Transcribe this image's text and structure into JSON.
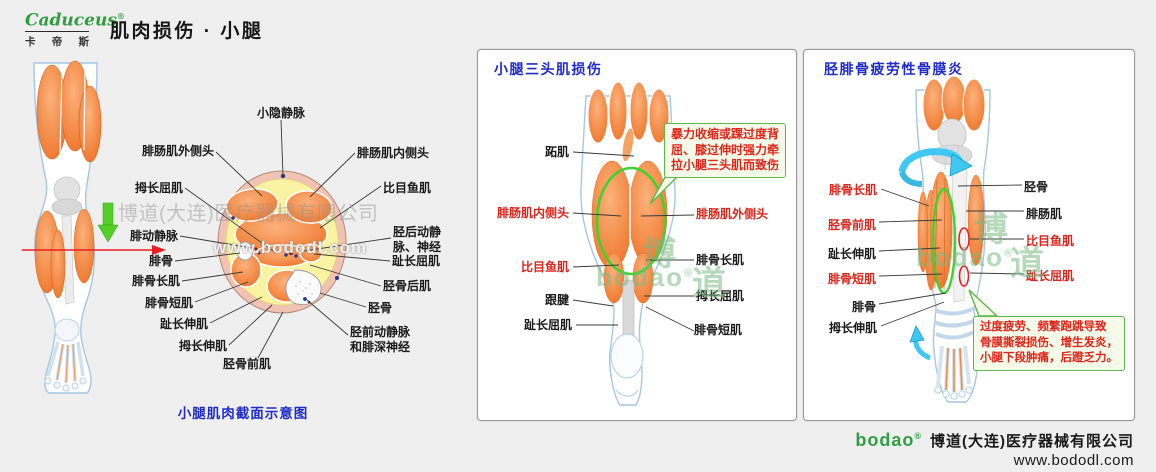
{
  "header": {
    "brand": "Caduceus",
    "brand_reg": "®",
    "brand_cn_1": "卡",
    "brand_cn_2": "帝",
    "brand_cn_3": "斯",
    "title": "肌肉损伤 · 小腿"
  },
  "cross_section": {
    "caption": "小腿肌肉截面示意图",
    "top_label": "小隐静脉",
    "bottom_label": "胫骨前肌",
    "left_labels": [
      "腓肠肌外侧头",
      "拇长屈肌",
      "腓动静脉",
      "腓骨",
      "腓骨长肌",
      "腓骨短肌",
      "趾长伸肌",
      "拇长伸肌"
    ],
    "right_labels": [
      "腓肠肌内侧头",
      "比目鱼肌",
      "胫后动静\n脉、神经",
      "趾长屈肌",
      "胫骨后肌",
      "胫骨",
      "胫前动静脉\n和腓深神经"
    ]
  },
  "panel1": {
    "title": "小腿三头肌损伤",
    "callout": "暴力收缩或踝过度背\n屈、膝过伸时强力牵\n拉小腿三头肌而致伤",
    "left_labels": [
      "跖肌",
      "腓肠肌内侧头",
      "比目鱼肌",
      "跟腱",
      "趾长屈肌"
    ],
    "right_labels": [
      "腓肠肌外侧头",
      "腓骨长肌",
      "拇长屈肌",
      "腓骨短肌"
    ]
  },
  "panel2": {
    "title": "胫腓骨疲劳性骨膜炎",
    "callout": "过度疲劳、频繁跑跳导致\n骨膜撕裂损伤、增生发炎，\n小腿下段肿痛，后蹬乏力。",
    "left_labels": [
      "腓骨长肌",
      "胫骨前肌",
      "趾长伸肌",
      "腓骨短肌",
      "腓骨",
      "拇长伸肌"
    ],
    "right_labels": [
      "胫骨",
      "腓肠肌",
      "比目鱼肌",
      "趾长屈肌"
    ]
  },
  "watermark": {
    "company": "博道(大连)医疗器械有限公司",
    "site": "www.bododl.com",
    "logo": "bodao",
    "logo_reg": "®",
    "logo_cn_1": "博",
    "logo_cn_2": "道"
  },
  "footer": {
    "logo": "bodao",
    "logo_reg": "®",
    "company": "博道(大连)医疗器械有限公司",
    "site": "www.bododl.com"
  },
  "colors": {
    "title_blue": "#1e2bc8",
    "label_red": "#d8261c",
    "brand_green": "#2f9e3f",
    "callout_border_green": "#5cb849",
    "muscle_orange": "#ef7226",
    "highlight_green": "#3fd32f",
    "arrow_red": "#ed1c24",
    "arrow_green": "#55cf25",
    "arrow_cyan": "#3fc9f2"
  }
}
